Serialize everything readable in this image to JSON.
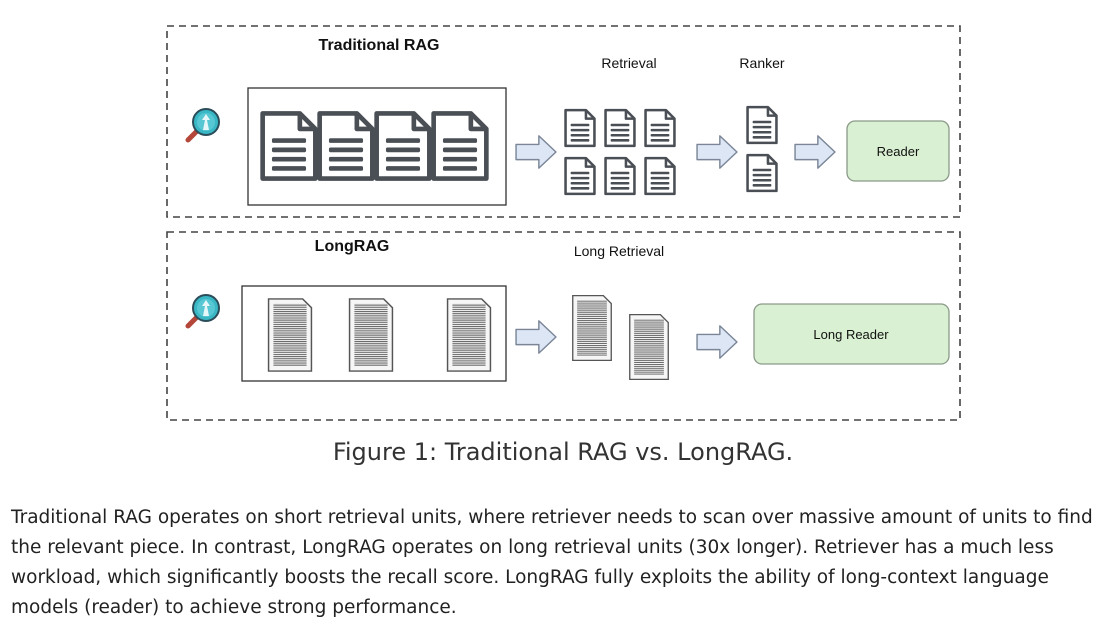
{
  "figure": {
    "traditional": {
      "title": "Traditional RAG",
      "retrieval_label": "Retrieval",
      "ranker_label": "Ranker",
      "reader_label": "Reader"
    },
    "longrag": {
      "title": "LongRAG",
      "retrieval_label": "Long Retrieval",
      "reader_label": "Long Reader"
    },
    "colors": {
      "reader_fill": "#d9f0d2",
      "reader_stroke": "#8a9a88",
      "arrow_fill": "#dce6f5",
      "arrow_stroke": "#7a8597",
      "icon_teal": "#39b7c4",
      "icon_handle": "#b4473a"
    }
  },
  "caption": "Figure 1: Traditional RAG vs. LongRAG.",
  "paragraph": "Traditional RAG operates on short retrieval units, where retriever needs to scan over massive amount of units to find the relevant piece. In contrast, LongRAG operates on long retrieval units (30x longer). Retriever has a much less workload, which significantly boosts the recall score. LongRAG fully exploits the ability of long-context language models (reader) to achieve strong performance."
}
